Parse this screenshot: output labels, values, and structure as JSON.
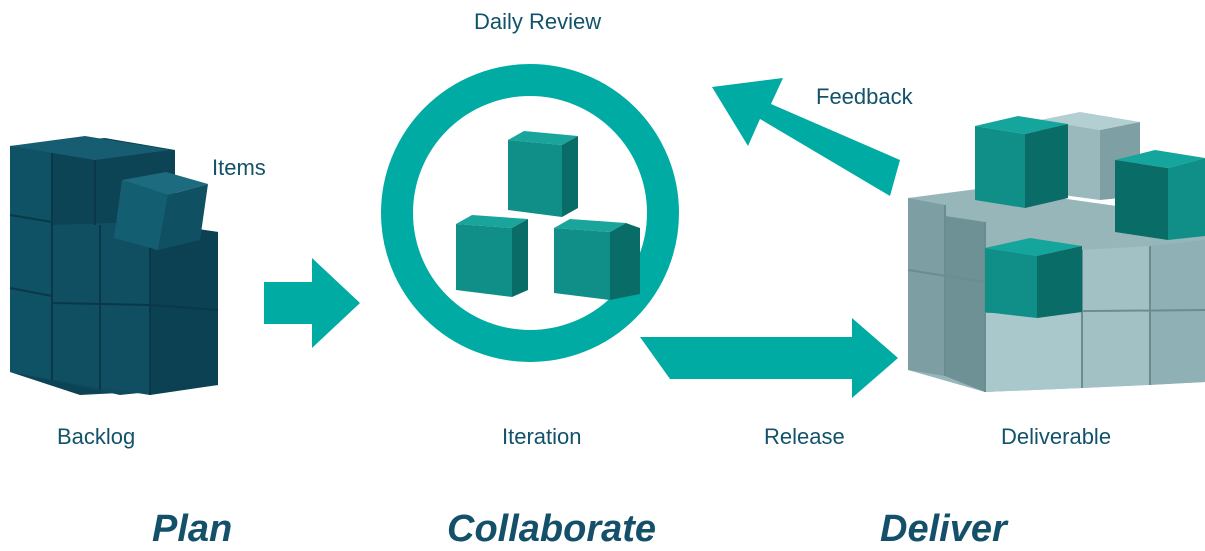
{
  "labels": {
    "daily_review": "Daily Review",
    "feedback": "Feedback",
    "items": "Items",
    "backlog": "Backlog",
    "iteration": "Iteration",
    "release": "Release",
    "deliverable": "Deliverable"
  },
  "phases": {
    "plan": "Plan",
    "collaborate": "Collaborate",
    "deliver": "Deliver"
  },
  "colors": {
    "teal": "#00aba3",
    "navy": "#0f4f63",
    "navy_dark": "#093a4a",
    "teal_cube": "#0f8f87",
    "teal_cube_dark": "#0a6c66",
    "gray": "#93b3b7",
    "gray_light": "#a9c8cb",
    "label": "#12526a"
  },
  "icons": {
    "arrow_in": "right-arrow-icon",
    "iteration_loop": "loop-ring-icon",
    "feedback_arrow": "up-left-arrow-icon",
    "release_arrow": "right-arrow-icon"
  }
}
